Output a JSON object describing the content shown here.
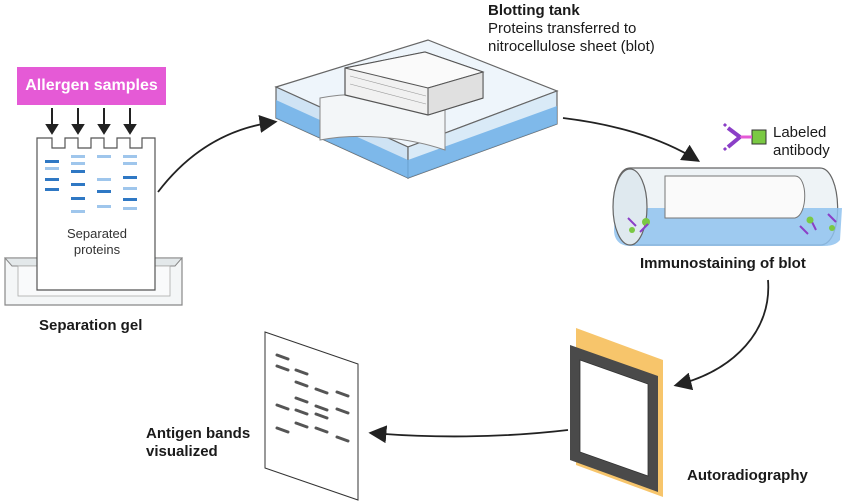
{
  "steps": {
    "allergen_samples": "Allergen samples",
    "separated_proteins": "Separated\nproteins",
    "separation_gel": "Separation gel",
    "blotting_tank_title": "Blotting tank",
    "blotting_tank_desc_1": "Proteins transferred to",
    "blotting_tank_desc_2": "nitrocellulose sheet (blot)",
    "labeled_antibody_1": "Labeled",
    "labeled_antibody_2": "antibody",
    "immunostaining": "Immunostaining of blot",
    "autoradiography": "Autoradiography",
    "antigen_bands_1": "Antigen bands",
    "antigen_bands_2": "visualized"
  },
  "colors": {
    "pink": "#e55ad6",
    "blue_band": "#2f78c4",
    "light_blue": "#9fc6ec",
    "water": "#6fb0e8",
    "antibody_purple": "#8b3fc7",
    "antibody_green": "#7ac943",
    "film_orange": "#f7c56b",
    "film_gray": "#4a4a4a"
  }
}
